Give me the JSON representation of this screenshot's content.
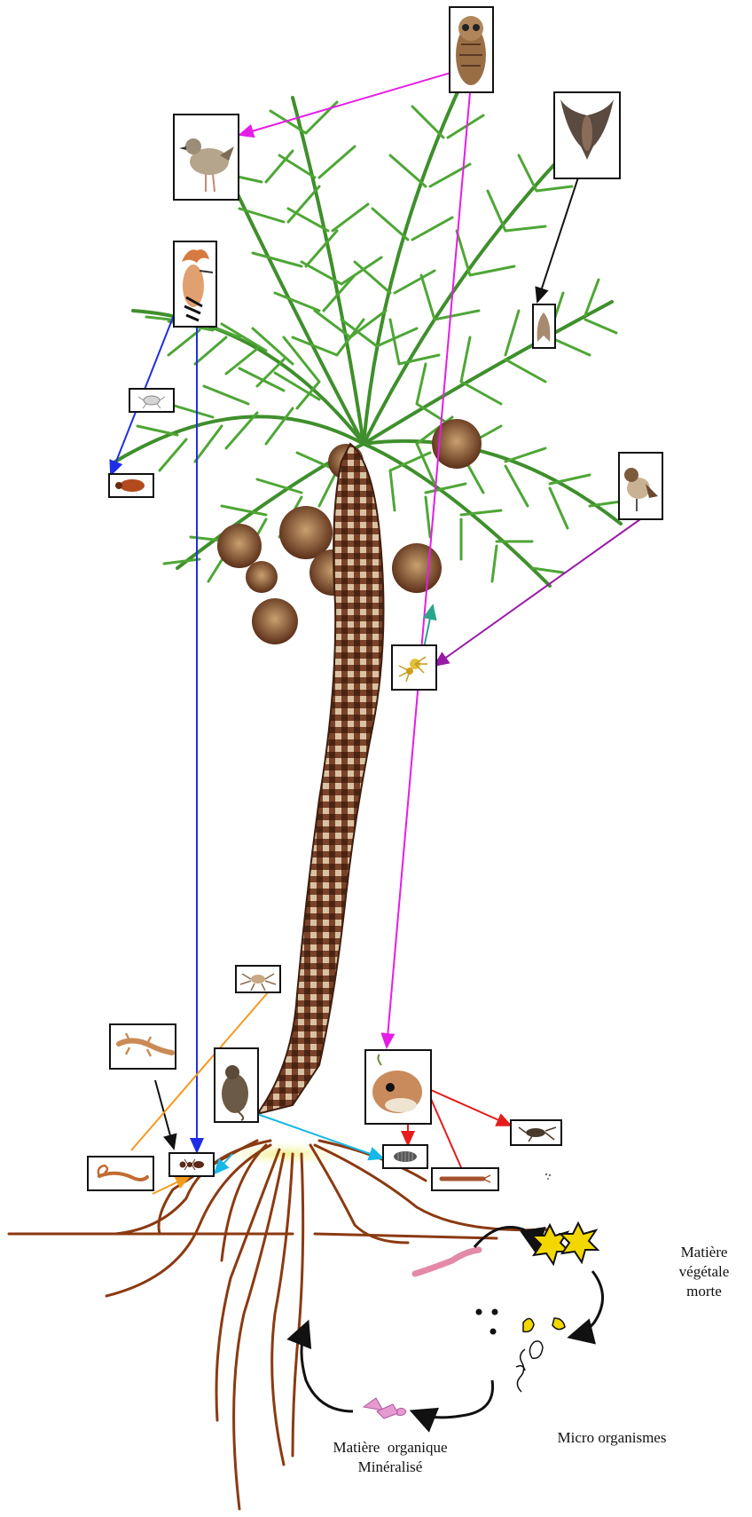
{
  "labels": {
    "dead_plant": [
      "Matière végétale",
      "morte"
    ],
    "micro": "Micro organismes",
    "mineral": [
      "Matière  organique",
      "Minéralisé"
    ]
  },
  "colors": {
    "magenta": "#e61ce6",
    "blue": "#1f2ee6",
    "black": "#111111",
    "purple": "#9a1aa8",
    "teal": "#2aa58a",
    "orange": "#f59a1c",
    "cyan": "#17b7e6",
    "red": "#e61c1c",
    "root": "#8b3a12",
    "palm_leaf": "#3f8f2c",
    "trunk": "#6b3a22"
  },
  "animals": [
    "owl-icon",
    "dove-icon",
    "bat-icon",
    "hoopoe-icon",
    "moth-icon",
    "aphid-icon",
    "weevil-icon",
    "sparrow-icon",
    "spider-icon",
    "camel-spider-icon",
    "gecko-icon",
    "shrew-icon",
    "gerbil-icon",
    "scorpion-icon",
    "ant-icon",
    "isopod-icon",
    "cricket-icon",
    "earwig-icon",
    "earthworm-icon"
  ]
}
